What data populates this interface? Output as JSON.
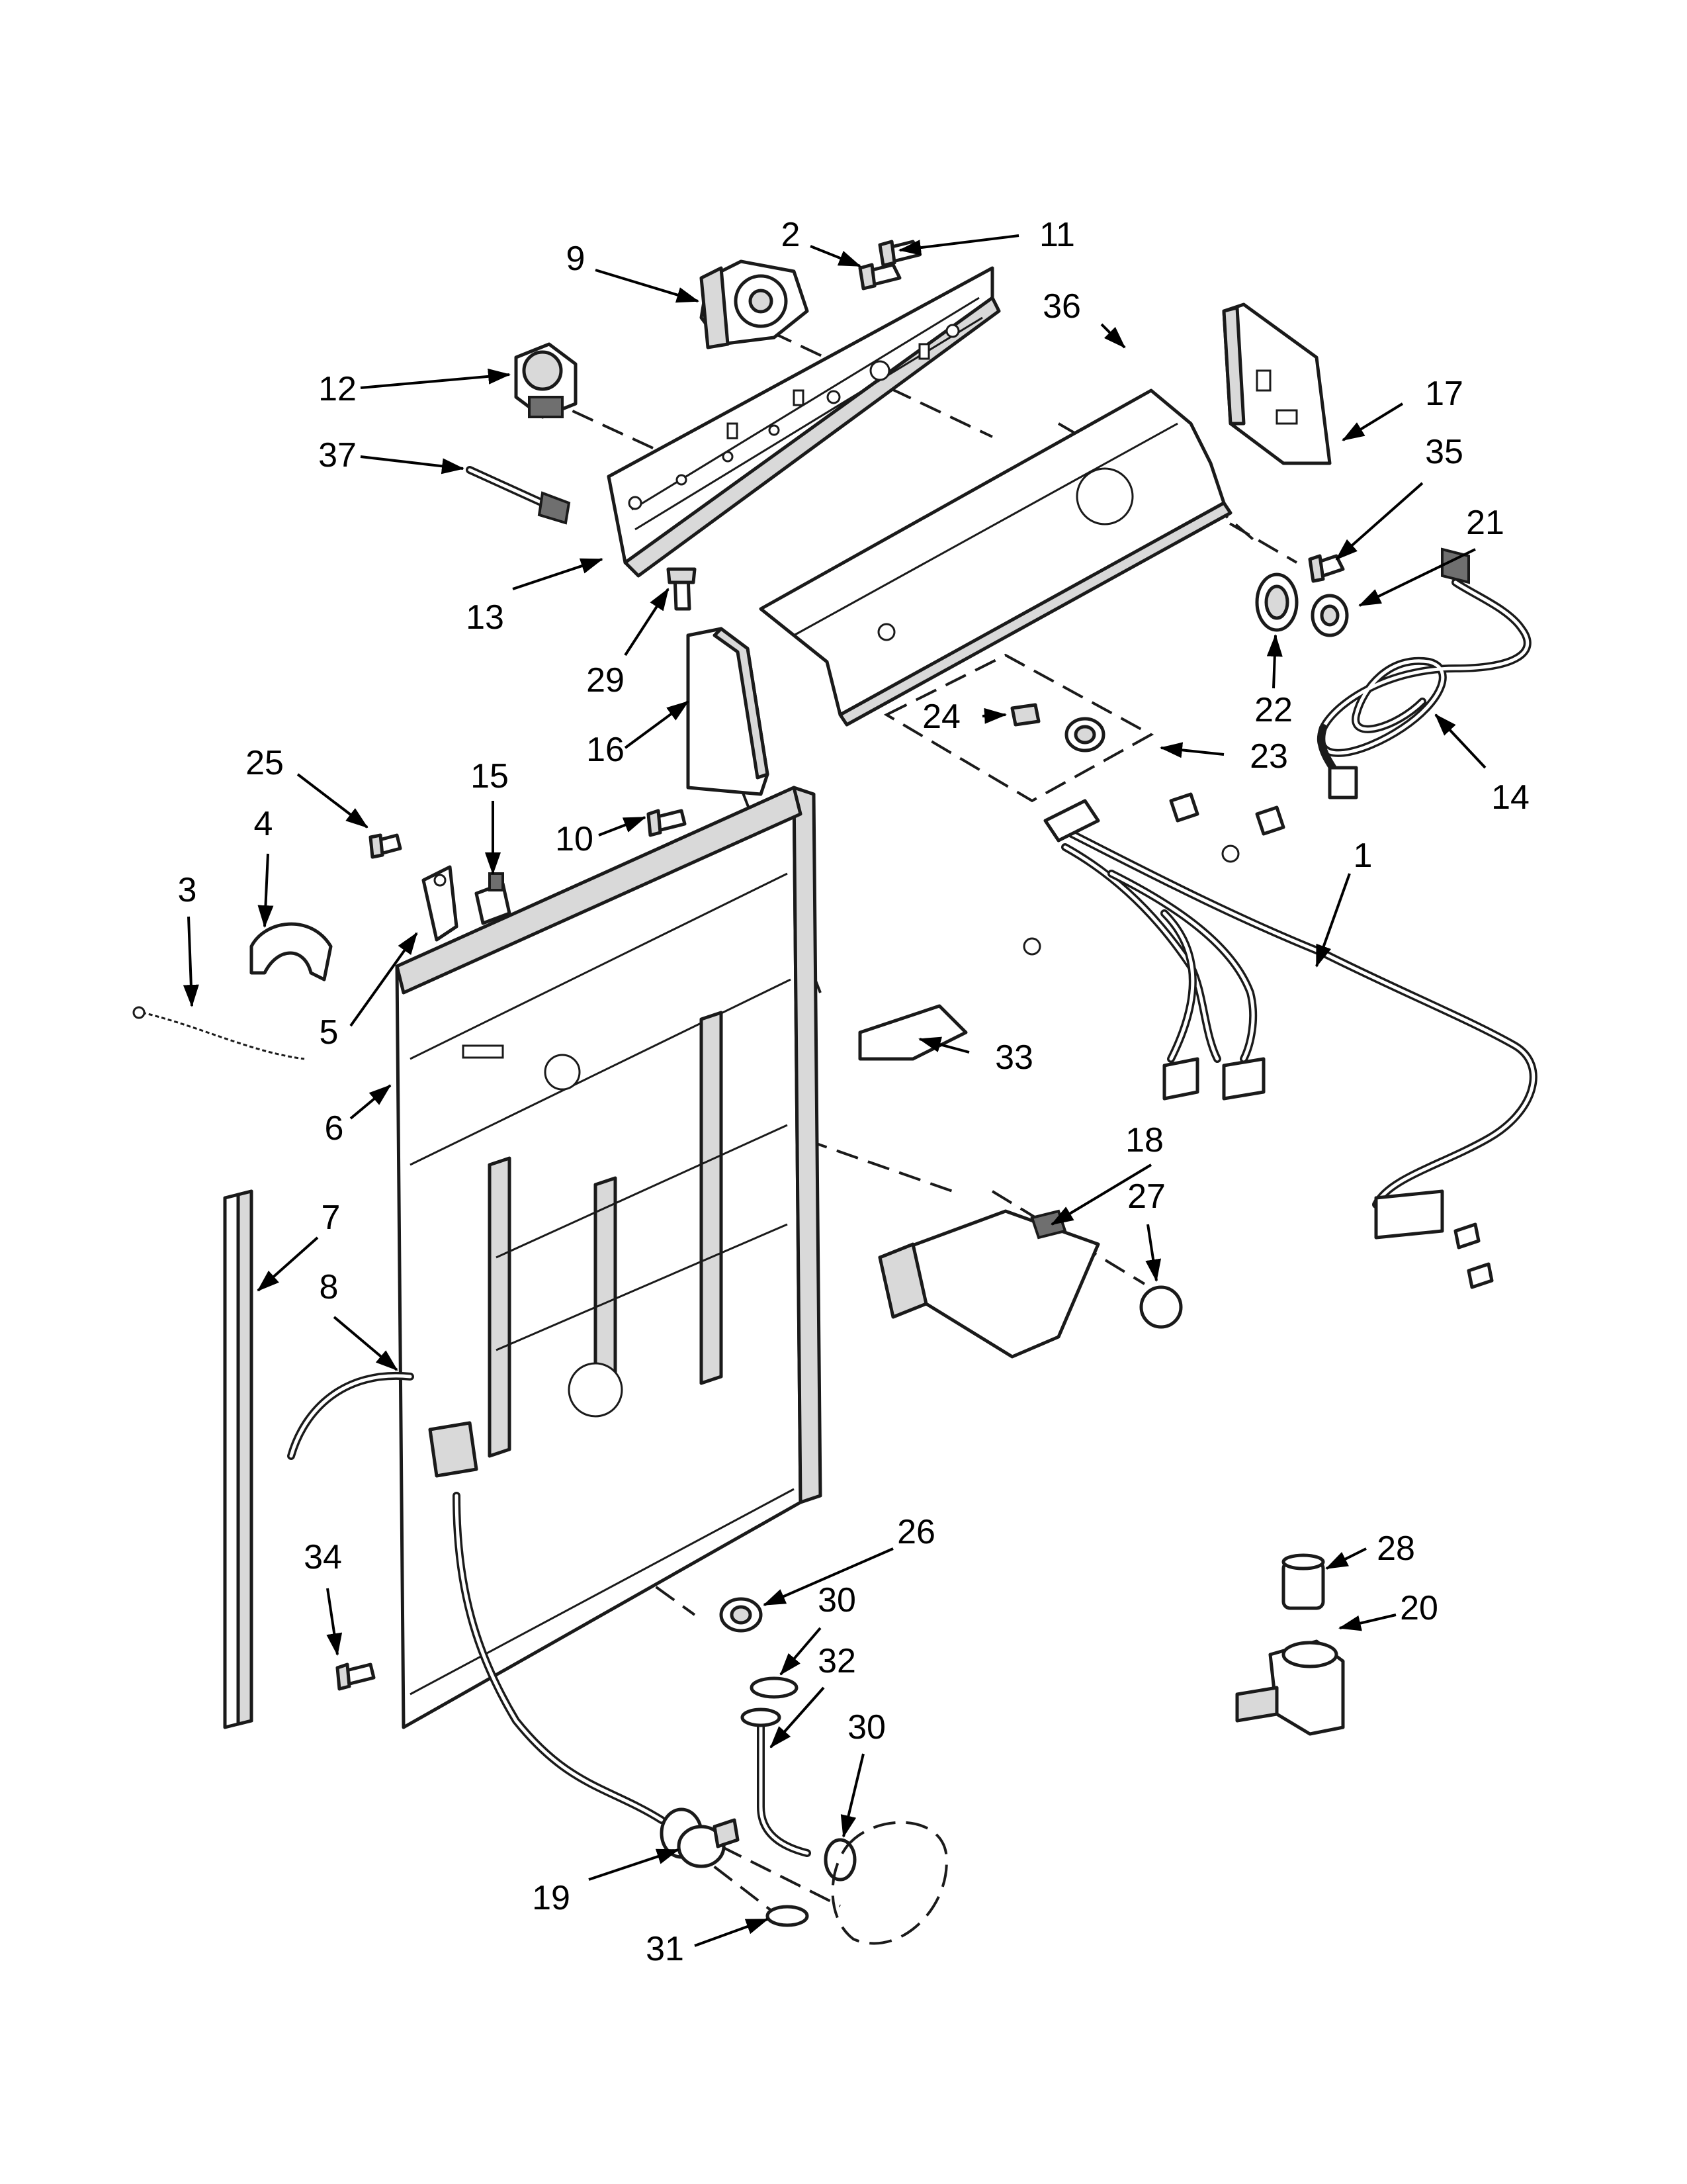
{
  "diagram": {
    "callouts": [
      {
        "id": "c1",
        "label": "1"
      },
      {
        "id": "c2",
        "label": "2"
      },
      {
        "id": "c3",
        "label": "3"
      },
      {
        "id": "c4",
        "label": "4"
      },
      {
        "id": "c5",
        "label": "5"
      },
      {
        "id": "c6",
        "label": "6"
      },
      {
        "id": "c7",
        "label": "7"
      },
      {
        "id": "c8",
        "label": "8"
      },
      {
        "id": "c9",
        "label": "9"
      },
      {
        "id": "c10",
        "label": "10"
      },
      {
        "id": "c11",
        "label": "11"
      },
      {
        "id": "c12",
        "label": "12"
      },
      {
        "id": "c13",
        "label": "13"
      },
      {
        "id": "c14",
        "label": "14"
      },
      {
        "id": "c15",
        "label": "15"
      },
      {
        "id": "c16",
        "label": "16"
      },
      {
        "id": "c17",
        "label": "17"
      },
      {
        "id": "c18",
        "label": "18"
      },
      {
        "id": "c19",
        "label": "19"
      },
      {
        "id": "c20",
        "label": "20"
      },
      {
        "id": "c21",
        "label": "21"
      },
      {
        "id": "c22",
        "label": "22"
      },
      {
        "id": "c23",
        "label": "23"
      },
      {
        "id": "c24",
        "label": "24"
      },
      {
        "id": "c25",
        "label": "25"
      },
      {
        "id": "c26",
        "label": "26"
      },
      {
        "id": "c27",
        "label": "27"
      },
      {
        "id": "c28",
        "label": "28"
      },
      {
        "id": "c29",
        "label": "29"
      },
      {
        "id": "c30a",
        "label": "30"
      },
      {
        "id": "c30b",
        "label": "30"
      },
      {
        "id": "c31",
        "label": "31"
      },
      {
        "id": "c32",
        "label": "32"
      },
      {
        "id": "c33",
        "label": "33"
      },
      {
        "id": "c34",
        "label": "34"
      },
      {
        "id": "c35",
        "label": "35"
      },
      {
        "id": "c36",
        "label": "36"
      },
      {
        "id": "c37",
        "label": "37"
      }
    ]
  }
}
